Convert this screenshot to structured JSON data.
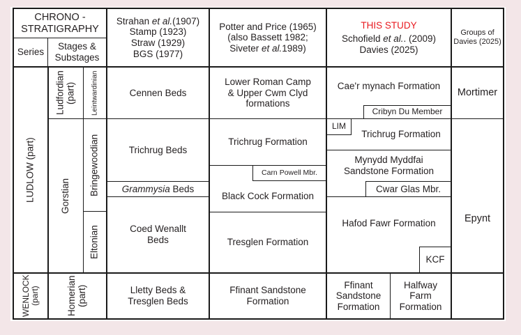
{
  "header": {
    "chrono_title": "CHRONO -\nSTRATIGRAPHY",
    "series": "Series",
    "stages": "Stages &\nSubstages",
    "col1": {
      "names": [
        "Strahan ",
        "et al.",
        "(1907)"
      ],
      "rest": "Stamp (1923)\nStraw (1929)\nBGS (1977)"
    },
    "col2": {
      "line1": "Potter and Price (1965)",
      "line2": "(also Bassett 1982;",
      "line3a": "Siveter ",
      "line3b": "et al.",
      "line3c": "1989)"
    },
    "col3": {
      "this_study": "THIS STUDY",
      "line1a": "Schofield ",
      "line1b": "et al.",
      "line1c": ". (2009)",
      "line2": "Davies (2025)"
    },
    "col4": "Groups of\nDavies (2025)"
  },
  "chrono": {
    "ludlow": "LUDLOW (part)",
    "wenlock": "WENLOCK\n(part)",
    "ludfordian": "Ludfordian\n(part)",
    "gorstian": "Gorstian",
    "homerian": "Homerian\n(part)",
    "leintwardinian": "Leintwardinian",
    "bringewoodian": "Bringewoodian",
    "eltonian": "Eltonian"
  },
  "col1_units": {
    "cennen": "Cennen Beds",
    "trichrug": "Trichrug Beds",
    "grammysia_italic": "Grammysia",
    "grammysia_rest": " Beds",
    "coed": "Coed Wenallt\nBeds",
    "lletty": "Lletty Beds &\nTresglen Beds"
  },
  "col2_units": {
    "lower_roman": "Lower Roman Camp\n& Upper Cwm Clyd\nformations",
    "trichrug": "Trichrug Formation",
    "carn_powell": "Carn Powell Mbr.",
    "black_cock": "Black Cock Formation",
    "tresglen": "Tresglen Formation",
    "ffinant": "Ffinant Sandstone\nFormation"
  },
  "col3_units": {
    "caer_mynach": "Cae'r mynach Formation",
    "cribyn_du": "Cribyn Du Member",
    "lim": "LIM",
    "trichrug": "Trichrug Formation",
    "mynydd": "Mynydd Myddfai\nSandstone Formation",
    "cwar_glas": "Cwar Glas Mbr.",
    "hafod_fawr": "Hafod Fawr Formation",
    "kcf": "KCF",
    "ffinant": "Ffinant\nSandstone\nFormation",
    "halfway": "Halfway\nFarm\nFormation"
  },
  "groups": {
    "mortimer": "Mortimer",
    "epynt": "Epynt"
  },
  "colors": {
    "background": "#f3e6e8",
    "table": "#ffffff",
    "lines": "#1a1a1a",
    "text": "#231f20",
    "accent": "#e8191f"
  }
}
